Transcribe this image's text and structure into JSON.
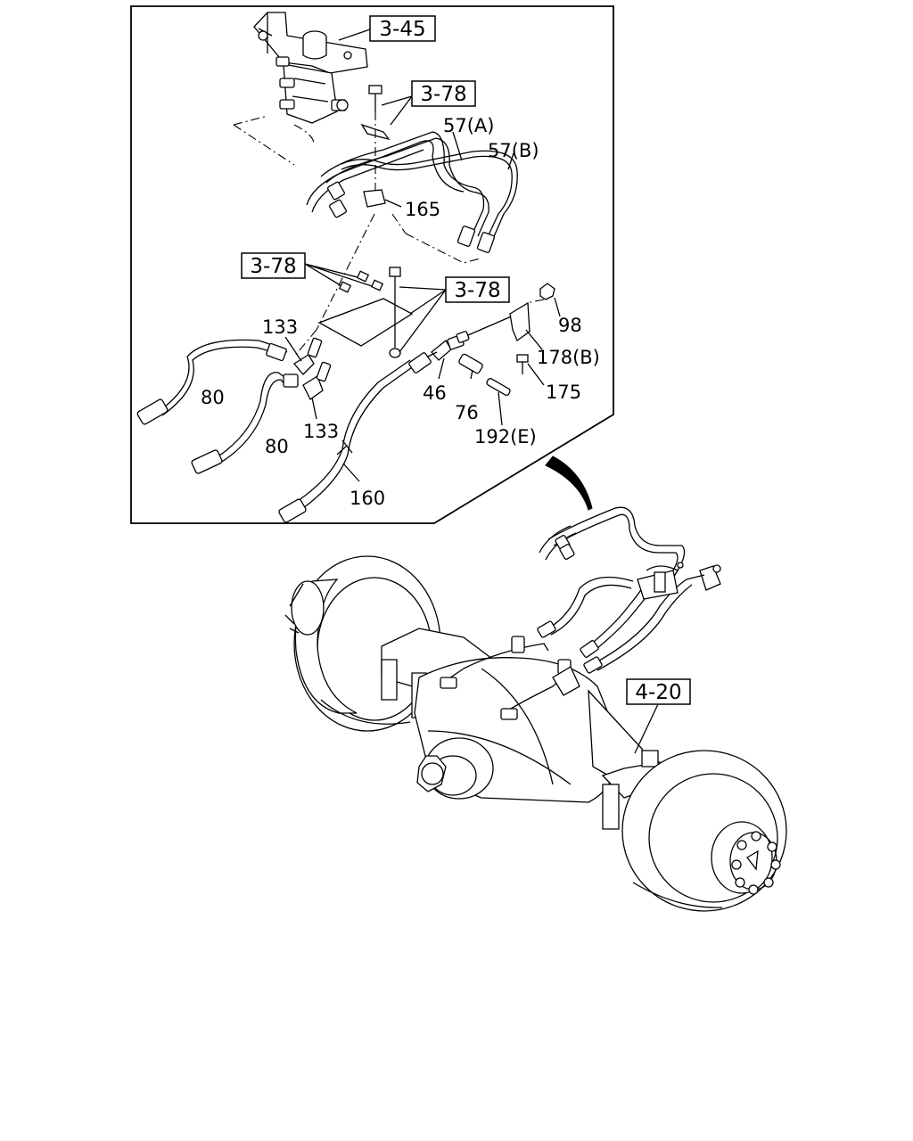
{
  "ref_boxes": [
    {
      "id": "ref-3-45-top",
      "text": "3-45"
    },
    {
      "id": "ref-3-78-top",
      "text": "3-78"
    },
    {
      "id": "ref-3-78-left",
      "text": "3-78"
    },
    {
      "id": "ref-3-78-right",
      "text": "3-78"
    },
    {
      "id": "ref-4-20",
      "text": "4-20"
    }
  ],
  "callouts": {
    "p57a": "57(A)",
    "p57b": "57(B)",
    "p165": "165",
    "p133_top": "133",
    "p133_bottom": "133",
    "p98": "98",
    "p178b": "178(B)",
    "p175": "175",
    "p80_left": "80",
    "p80_right": "80",
    "p46": "46",
    "p76": "76",
    "p192e": "192(E)",
    "p160": "160"
  }
}
